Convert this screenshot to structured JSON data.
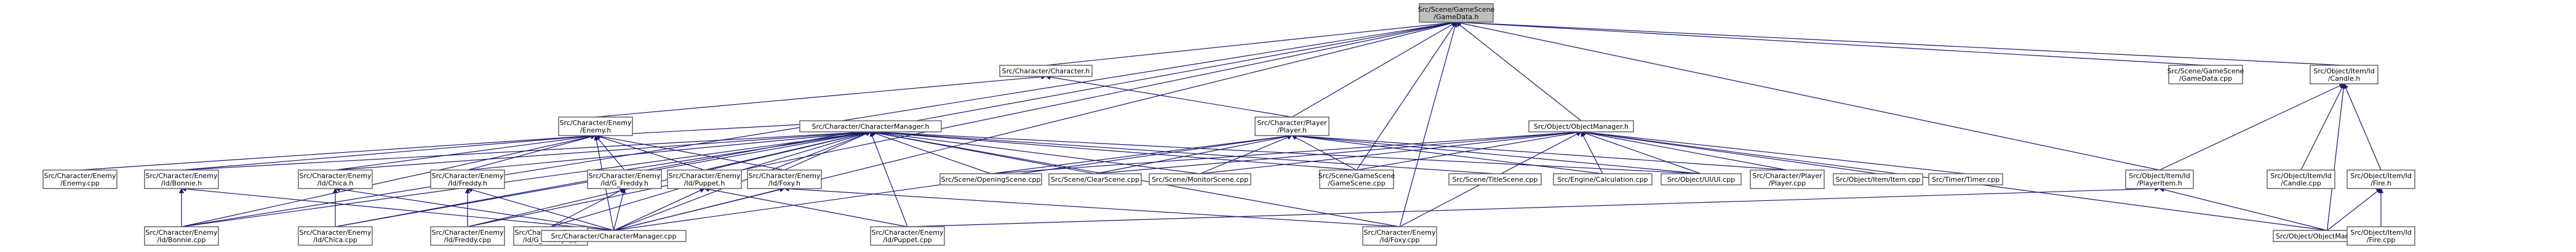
{
  "diagram": {
    "type": "include-dependency-graph",
    "colors": {
      "edge": "#191970",
      "root_fill": "#bfbfbf",
      "node_border": "#666666",
      "node_fill": "#ffffff"
    },
    "nodes": [
      {
        "id": "gamedata_h",
        "lines": [
          "Src/Scene/GameScene",
          "/GameData.h"
        ],
        "root": true
      },
      {
        "id": "character_h",
        "lines": [
          "Src/Character/Character.h"
        ]
      },
      {
        "id": "gamedata_cpp",
        "lines": [
          "Src/Scene/GameScene",
          "/GameData.cpp"
        ]
      },
      {
        "id": "candle_h",
        "lines": [
          "Src/Object/Item/Id",
          "/Candle.h"
        ]
      },
      {
        "id": "enemy_h",
        "lines": [
          "Src/Character/Enemy",
          "/Enemy.h"
        ]
      },
      {
        "id": "charmgr_h",
        "lines": [
          "Src/Character/CharacterManager.h"
        ]
      },
      {
        "id": "player_h",
        "lines": [
          "Src/Character/Player",
          "/Player.h"
        ]
      },
      {
        "id": "objmgr_h",
        "lines": [
          "Src/Object/ObjectManager.h"
        ]
      },
      {
        "id": "enemy_cpp",
        "lines": [
          "Src/Character/Enemy",
          "/Enemy.cpp"
        ]
      },
      {
        "id": "bonnie_h",
        "lines": [
          "Src/Character/Enemy",
          "/Id/Bonnie.h"
        ]
      },
      {
        "id": "chica_h",
        "lines": [
          "Src/Character/Enemy",
          "/Id/Chica.h"
        ]
      },
      {
        "id": "freddy_h",
        "lines": [
          "Src/Character/Enemy",
          "/Id/Freddy.h"
        ]
      },
      {
        "id": "gfreddy_h",
        "lines": [
          "Src/Character/Enemy",
          "/Id/G_Freddy.h"
        ]
      },
      {
        "id": "puppet_h",
        "lines": [
          "Src/Character/Enemy",
          "/Id/Puppet.h"
        ]
      },
      {
        "id": "foxy_h",
        "lines": [
          "Src/Character/Enemy",
          "/Id/Foxy.h"
        ]
      },
      {
        "id": "opening_cpp",
        "lines": [
          "Src/Scene/OpeningScene.cpp"
        ]
      },
      {
        "id": "clear_cpp",
        "lines": [
          "Src/Scene/ClearScene.cpp"
        ]
      },
      {
        "id": "monitor_cpp",
        "lines": [
          "Src/Scene/MonitorScene.cpp"
        ]
      },
      {
        "id": "gamescene_cpp",
        "lines": [
          "Src/Scene/GameScene",
          "/GameScene.cpp"
        ]
      },
      {
        "id": "title_cpp",
        "lines": [
          "Src/Scene/TitleScene.cpp"
        ]
      },
      {
        "id": "calc_cpp",
        "lines": [
          "Src/Engine/Calculation.cpp"
        ]
      },
      {
        "id": "ui_cpp",
        "lines": [
          "Src/Object/UI/UI.cpp"
        ]
      },
      {
        "id": "player_cpp",
        "lines": [
          "Src/Character/Player",
          "/Player.cpp"
        ]
      },
      {
        "id": "item_cpp",
        "lines": [
          "Src/Object/Item/Item.cpp"
        ]
      },
      {
        "id": "timer_cpp",
        "lines": [
          "Src/Timer/Timer.cpp"
        ]
      },
      {
        "id": "playeritem_h",
        "lines": [
          "Src/Object/Item/Id",
          "/PlayerItem.h"
        ]
      },
      {
        "id": "candle_cpp",
        "lines": [
          "Src/Object/Item/Id",
          "/Candle.cpp"
        ]
      },
      {
        "id": "fire_h",
        "lines": [
          "Src/Object/Item/Id",
          "/Fire.h"
        ]
      },
      {
        "id": "bonnie_cpp",
        "lines": [
          "Src/Character/Enemy",
          "/Id/Bonnie.cpp"
        ]
      },
      {
        "id": "chica_cpp",
        "lines": [
          "Src/Character/Enemy",
          "/Id/Chica.cpp"
        ]
      },
      {
        "id": "freddy_cpp",
        "lines": [
          "Src/Character/Enemy",
          "/Id/Freddy.cpp"
        ]
      },
      {
        "id": "gfreddy_cpp",
        "lines": [
          "Src/Character/Enemy",
          "/Id/G_Freddy.cpp"
        ]
      },
      {
        "id": "charmgr_cpp",
        "lines": [
          "Src/Character/CharacterManager.cpp"
        ]
      },
      {
        "id": "puppet_cpp",
        "lines": [
          "Src/Character/Enemy",
          "/Id/Puppet.cpp"
        ]
      },
      {
        "id": "foxy_cpp",
        "lines": [
          "Src/Character/Enemy",
          "/Id/Foxy.cpp"
        ]
      },
      {
        "id": "objmgr_cpp",
        "lines": [
          "Src/Object/ObjectManager.cpp"
        ]
      },
      {
        "id": "fire_cpp",
        "lines": [
          "Src/Object/Item/Id",
          "/Fire.cpp"
        ]
      }
    ],
    "edges": [
      [
        "character_h",
        "gamedata_h"
      ],
      [
        "gamedata_cpp",
        "gamedata_h"
      ],
      [
        "candle_h",
        "gamedata_h"
      ],
      [
        "enemy_h",
        "character_h"
      ],
      [
        "player_h",
        "character_h"
      ],
      [
        "charmgr_h",
        "enemy_h"
      ],
      [
        "bonnie_h",
        "enemy_h"
      ],
      [
        "chica_h",
        "enemy_h"
      ],
      [
        "freddy_h",
        "enemy_h"
      ],
      [
        "gfreddy_h",
        "enemy_h"
      ],
      [
        "puppet_h",
        "enemy_h"
      ],
      [
        "foxy_h",
        "enemy_h"
      ],
      [
        "enemy_cpp",
        "enemy_h"
      ],
      [
        "bonnie_cpp",
        "enemy_h"
      ],
      [
        "charmgr_cpp",
        "enemy_h"
      ],
      [
        "player_h",
        "gamedata_h"
      ],
      [
        "objmgr_h",
        "gamedata_h"
      ],
      [
        "playeritem_h",
        "gamedata_h"
      ],
      [
        "gamescene_cpp",
        "gamedata_h"
      ],
      [
        "charmgr_cpp",
        "gamedata_h"
      ],
      [
        "bonnie_cpp",
        "gamedata_h"
      ],
      [
        "chica_cpp",
        "gamedata_h"
      ],
      [
        "freddy_cpp",
        "gamedata_h"
      ],
      [
        "foxy_cpp",
        "gamedata_h"
      ],
      [
        "bonnie_h",
        "charmgr_h"
      ],
      [
        "chica_h",
        "charmgr_h"
      ],
      [
        "freddy_h",
        "charmgr_h"
      ],
      [
        "gfreddy_h",
        "charmgr_h"
      ],
      [
        "puppet_h",
        "charmgr_h"
      ],
      [
        "foxy_h",
        "charmgr_h"
      ],
      [
        "opening_cpp",
        "charmgr_h"
      ],
      [
        "clear_cpp",
        "charmgr_h"
      ],
      [
        "monitor_cpp",
        "charmgr_h"
      ],
      [
        "gamescene_cpp",
        "charmgr_h"
      ],
      [
        "title_cpp",
        "charmgr_h"
      ],
      [
        "charmgr_cpp",
        "charmgr_h"
      ],
      [
        "puppet_cpp",
        "charmgr_h"
      ],
      [
        "foxy_cpp",
        "charmgr_h"
      ],
      [
        "bonnie_cpp",
        "charmgr_h"
      ],
      [
        "chica_cpp",
        "charmgr_h"
      ],
      [
        "freddy_cpp",
        "charmgr_h"
      ],
      [
        "gfreddy_cpp",
        "charmgr_h"
      ],
      [
        "ui_cpp",
        "charmgr_h"
      ],
      [
        "opening_cpp",
        "player_h"
      ],
      [
        "clear_cpp",
        "player_h"
      ],
      [
        "monitor_cpp",
        "player_h"
      ],
      [
        "gamescene_cpp",
        "player_h"
      ],
      [
        "calc_cpp",
        "player_h"
      ],
      [
        "player_cpp",
        "player_h"
      ],
      [
        "charmgr_cpp",
        "player_h"
      ],
      [
        "ui_cpp",
        "player_h"
      ],
      [
        "opening_cpp",
        "objmgr_h"
      ],
      [
        "clear_cpp",
        "objmgr_h"
      ],
      [
        "monitor_cpp",
        "objmgr_h"
      ],
      [
        "gamescene_cpp",
        "objmgr_h"
      ],
      [
        "calc_cpp",
        "objmgr_h"
      ],
      [
        "ui_cpp",
        "objmgr_h"
      ],
      [
        "player_cpp",
        "objmgr_h"
      ],
      [
        "item_cpp",
        "objmgr_h"
      ],
      [
        "timer_cpp",
        "objmgr_h"
      ],
      [
        "objmgr_cpp",
        "objmgr_h"
      ],
      [
        "foxy_cpp",
        "objmgr_h"
      ],
      [
        "playeritem_h",
        "candle_h"
      ],
      [
        "candle_cpp",
        "candle_h"
      ],
      [
        "fire_h",
        "candle_h"
      ],
      [
        "objmgr_cpp",
        "candle_h"
      ],
      [
        "objmgr_cpp",
        "playeritem_h"
      ],
      [
        "puppet_cpp",
        "playeritem_h"
      ],
      [
        "fire_cpp",
        "fire_h"
      ],
      [
        "objmgr_cpp",
        "fire_h"
      ],
      [
        "bonnie_cpp",
        "bonnie_h"
      ],
      [
        "charmgr_cpp",
        "bonnie_h"
      ],
      [
        "chica_cpp",
        "chica_h"
      ],
      [
        "charmgr_cpp",
        "chica_h"
      ],
      [
        "freddy_cpp",
        "freddy_h"
      ],
      [
        "charmgr_cpp",
        "freddy_h"
      ],
      [
        "gfreddy_cpp",
        "gfreddy_h"
      ],
      [
        "charmgr_cpp",
        "gfreddy_h"
      ],
      [
        "puppet_cpp",
        "puppet_h"
      ],
      [
        "charmgr_cpp",
        "puppet_h"
      ],
      [
        "foxy_cpp",
        "foxy_h"
      ],
      [
        "charmgr_cpp",
        "foxy_h"
      ]
    ]
  }
}
